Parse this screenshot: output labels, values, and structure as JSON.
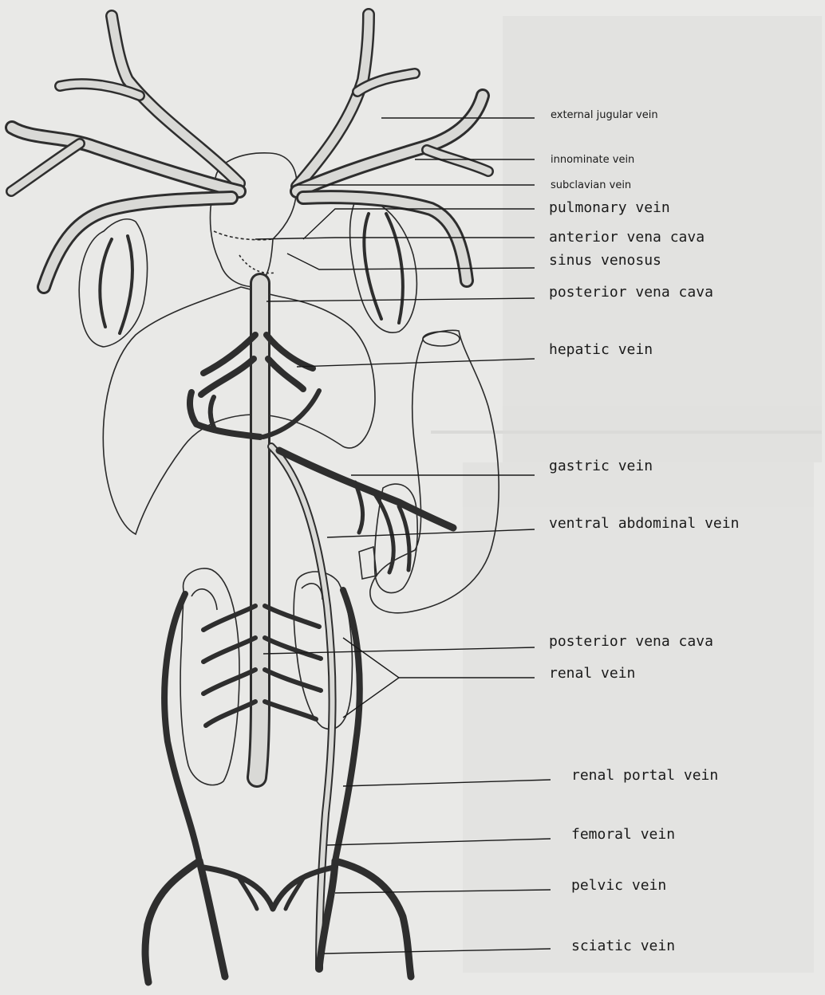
{
  "labels": [
    {
      "id": "external-jugular-vein",
      "text": "external jugular vein"
    },
    {
      "id": "innominate-vein",
      "text": "innominate vein"
    },
    {
      "id": "subclavian-vein",
      "text": "subclavian vein"
    },
    {
      "id": "pulmonary-vein",
      "text": "pulmonary vein"
    },
    {
      "id": "anterior-vena-cava",
      "text": "anterior vena cava"
    },
    {
      "id": "sinus-venosus",
      "text": "sinus venosus"
    },
    {
      "id": "posterior-vena-cava-upper",
      "text": "posterior vena cava"
    },
    {
      "id": "hepatic-vein",
      "text": "hepatic vein"
    },
    {
      "id": "gastric-vein",
      "text": "gastric vein"
    },
    {
      "id": "ventral-abdominal-vein",
      "text": "ventral abdominal vein"
    },
    {
      "id": "posterior-vena-cava-lower",
      "text": "posterior vena cava"
    },
    {
      "id": "renal-vein",
      "text": "renal vein"
    },
    {
      "id": "renal-portal-vein",
      "text": "renal portal vein"
    },
    {
      "id": "femoral-vein",
      "text": "femoral vein"
    },
    {
      "id": "pelvic-vein",
      "text": "pelvic vein"
    },
    {
      "id": "sciatic-vein",
      "text": "sciatic vein"
    }
  ],
  "colors": {
    "background": "#e9e9e7",
    "ink": "#2e2e2e",
    "vein_fill": "#d9d9d6"
  }
}
